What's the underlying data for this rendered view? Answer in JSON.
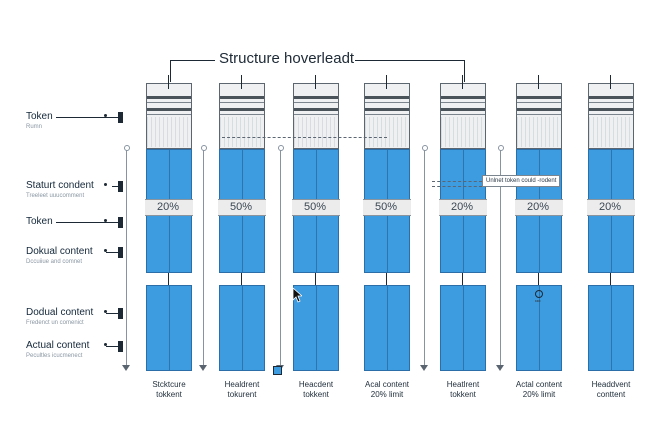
{
  "title": "Structure hoverleadt",
  "row_labels": [
    {
      "label": "Token",
      "sub": "Rumn"
    },
    {
      "label": "Staturt condent",
      "sub": "Treeleet uuucomment"
    },
    {
      "label": "Token",
      "sub": ""
    },
    {
      "label": "Dokual content",
      "sub": "Dccuiiue and comnet"
    },
    {
      "label": "Dodual content",
      "sub": "Fredenct un comenict"
    },
    {
      "label": "Actual content",
      "sub": "Pecultles icucmenect"
    }
  ],
  "columns": [
    {
      "percent": "20%",
      "label_line1": "Stcktcure",
      "label_line2": "tokkent"
    },
    {
      "percent": "50%",
      "label_line1": "Healdrent",
      "label_line2": "tokurent"
    },
    {
      "percent": "50%",
      "label_line1": "Heacdent",
      "label_line2": "tokkent"
    },
    {
      "percent": "50%",
      "label_line1": "Acal content",
      "label_line2": "20% limit"
    },
    {
      "percent": "20%",
      "label_line1": "Heatlrent",
      "label_line2": "tokkent"
    },
    {
      "percent": "20%",
      "label_line1": "Actal content",
      "label_line2": "20% limit"
    },
    {
      "percent": "20%",
      "label_line1": "Headdvent",
      "label_line2": "conttent"
    }
  ],
  "tooltip": "Unlnet token could -rodent",
  "marker_text": "ɛɪɑ"
}
